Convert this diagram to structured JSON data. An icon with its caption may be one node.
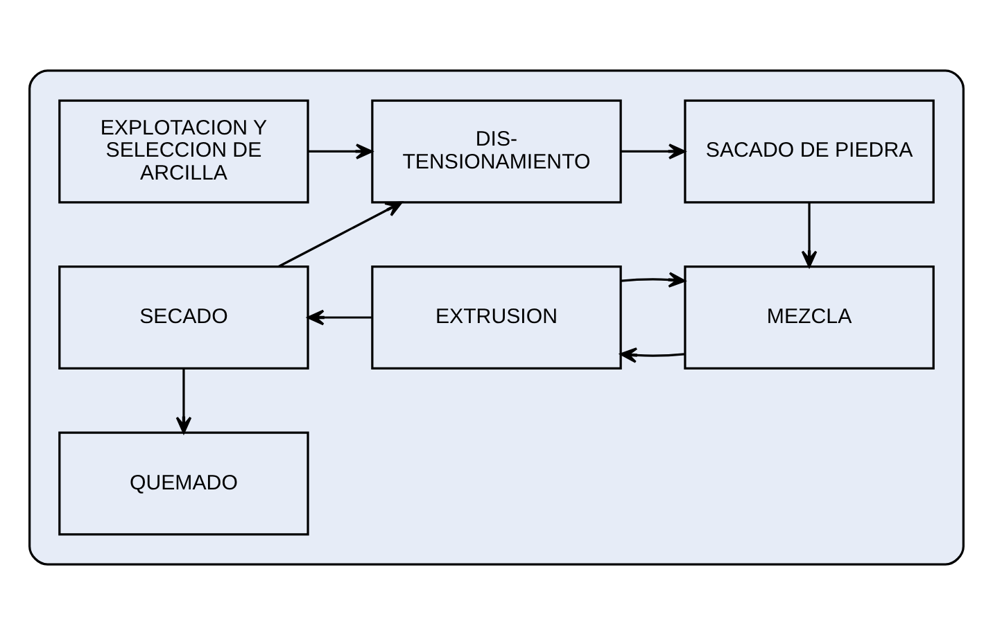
{
  "diagram": {
    "nodes": [
      {
        "text": [],
        "shape": "box"
      },
      {
        "text": [
          "EXPLOTACION Y SELECCION DE ARCILLA"
        ],
        "in": 0
      },
      {
        "text": [
          "DIS- TENSIONAMIENTO"
        ],
        "in": 0
      },
      {
        "text": [
          "SACADO DE PIEDRA"
        ],
        "in": 0
      },
      {
        "text": [
          "SECADO"
        ],
        "in": 0
      },
      {
        "text": [
          "EXTRUSION"
        ],
        "in": 0
      },
      {
        "text": [
          "MEZCLA"
        ],
        "in": 0
      },
      {
        "text": [
          "QUEMADO"
        ],
        "in": 0
      }
    ],
    "edges": [
      {
        "from": 1,
        "to": 2,
        "arrow": "to"
      },
      {
        "from": 2,
        "to": 3,
        "arrow": "to"
      },
      {
        "from": 3,
        "to": 6,
        "arrow": "to"
      },
      {
        "from": 6,
        "to": 5,
        "arrow": "to"
      },
      {
        "from": 5,
        "to": 4,
        "arrow": "to"
      },
      {
        "from": 4,
        "to": 2,
        "arrow": "to"
      },
      {
        "from": 5,
        "to": 6,
        "arrow": "to"
      },
      {
        "from": 4,
        "to": 7,
        "arrow": "to"
      }
    ]
  }
}
